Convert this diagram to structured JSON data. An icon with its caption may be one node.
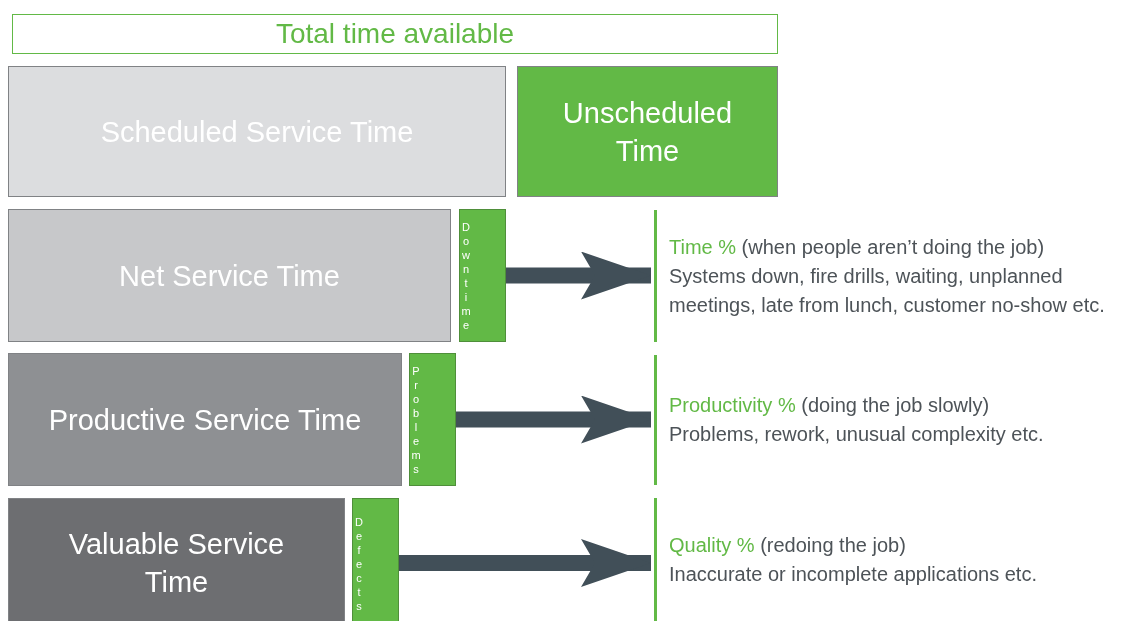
{
  "diagram": {
    "nodes": [
      {
        "text": [
          "Total time available"
        ]
      },
      {
        "text": [
          "Scheduled Service Time"
        ]
      },
      {
        "text": [
          "Unscheduled Time"
        ]
      },
      {
        "text": [
          "Net Service Time"
        ]
      },
      {
        "text": [
          "Downtime"
        ]
      },
      {
        "text": [
          "Time %",
          "(when people aren’t doing the job)",
          "Systems down, fire drills, waiting, unplanned meetings, late from lunch, customer no-show etc."
        ]
      },
      {
        "text": [
          "Productive Service Time"
        ]
      },
      {
        "text": [
          "Problems"
        ]
      },
      {
        "text": [
          "Productivity %",
          "(doing the job slowly)",
          "Problems, rework, unusual complexity etc."
        ]
      },
      {
        "text": [
          "Valuable Service Time"
        ]
      },
      {
        "text": [
          "Defects"
        ]
      },
      {
        "text": [
          "Quality %",
          "(redoing the job)",
          "Inaccurate or incomplete applications etc."
        ]
      }
    ],
    "edges": [
      {
        "from": 4,
        "to": 5,
        "arrow": "to"
      },
      {
        "from": 7,
        "to": 8,
        "arrow": "to"
      },
      {
        "from": 10,
        "to": 11,
        "arrow": "to"
      }
    ]
  }
}
